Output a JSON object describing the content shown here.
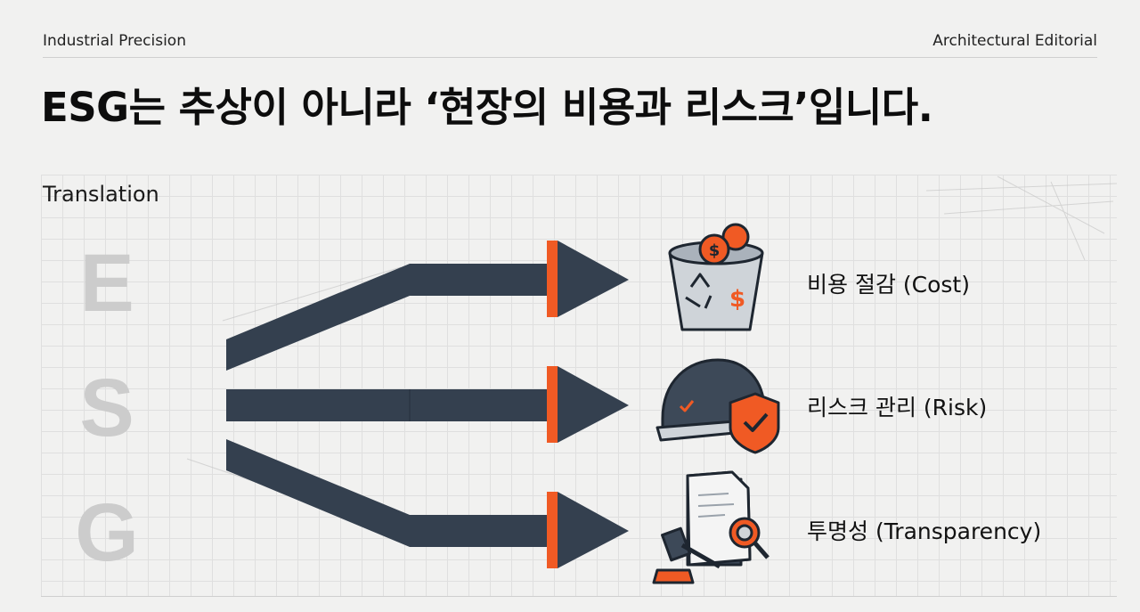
{
  "header": {
    "left": "Industrial Precision",
    "right": "Architectural Editorial"
  },
  "title": "ESG는 추상이 아니라 ‘현장의 비용과 리스크’입니다.",
  "section_label": "Translation",
  "letters": [
    "E",
    "S",
    "G"
  ],
  "outcomes": [
    {
      "label": "비용 절감 (Cost)",
      "icon": "recycling-bin-coins-icon"
    },
    {
      "label": "리스크 관리 (Risk)",
      "icon": "hard-hat-shield-icon"
    },
    {
      "label": "투명성 (Transparency)",
      "icon": "document-gavel-magnifier-icon"
    }
  ],
  "colors": {
    "arrow": "#34404f",
    "accent": "#f05a24",
    "letter": "#cccccc"
  }
}
